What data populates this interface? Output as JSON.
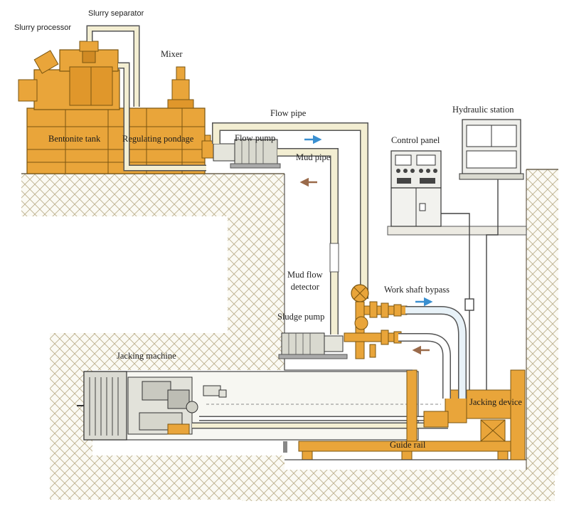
{
  "labels": {
    "slurry_processor": "Slurry processor",
    "slurry_separator": "Slurry separator",
    "mixer": "Mixer",
    "bentonite_tank": "Bentonite tank",
    "regulating_pondage": "Regulating pondage",
    "flow_pump": "Flow pump",
    "flow_pipe": "Flow pipe",
    "mud_pipe": "Mud pipe",
    "hydraulic_station": "Hydraulic station",
    "control_panel": "Control panel",
    "mud_flow_detector_line1": "Mud flow",
    "mud_flow_detector_line2": "detector",
    "work_shaft_bypass": "Work shaft bypass",
    "sludge_pump": "Sludge pump",
    "jacking_machine": "Jacking machine",
    "jacking_device": "Jacking device",
    "guide_rail": "Guide rail"
  },
  "colors": {
    "equipment_orange": "#e9a53a",
    "soil_hatch": "#b9ad8c",
    "flow_arrow": "#3a8fd0",
    "return_arrow": "#9a6a4a",
    "pipe": "#f3eed2"
  }
}
